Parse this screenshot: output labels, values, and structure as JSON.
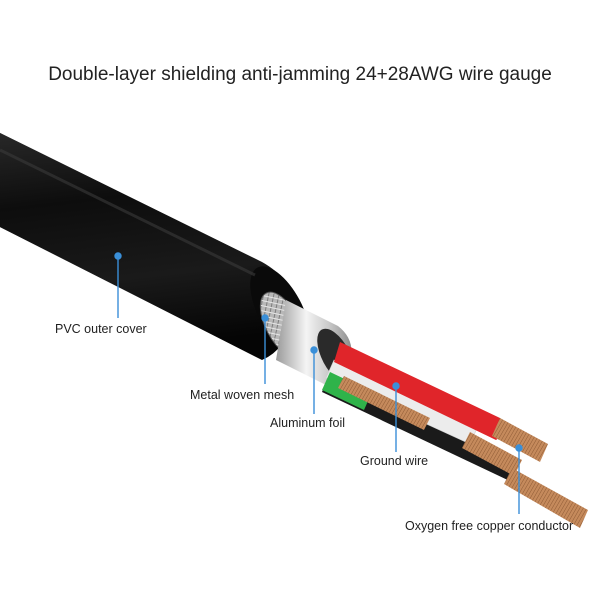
{
  "title": "Double-layer shielding anti-jamming 24+28AWG wire gauge",
  "labels": {
    "pvc_outer_cover": "PVC outer cover",
    "metal_woven_mesh": "Metal woven mesh",
    "aluminum_foil": "Aluminum foil",
    "ground_wire": "Ground wire",
    "copper_conductor": "Oxygen free copper conductor"
  },
  "colors": {
    "jacket": "#141414",
    "callout": "#3a8fd8",
    "wire_red": "#e0252a",
    "wire_green": "#2fb34a",
    "wire_white": "#eeeeee",
    "wire_black": "#1a1a1a",
    "copper": "#c58a5c"
  }
}
